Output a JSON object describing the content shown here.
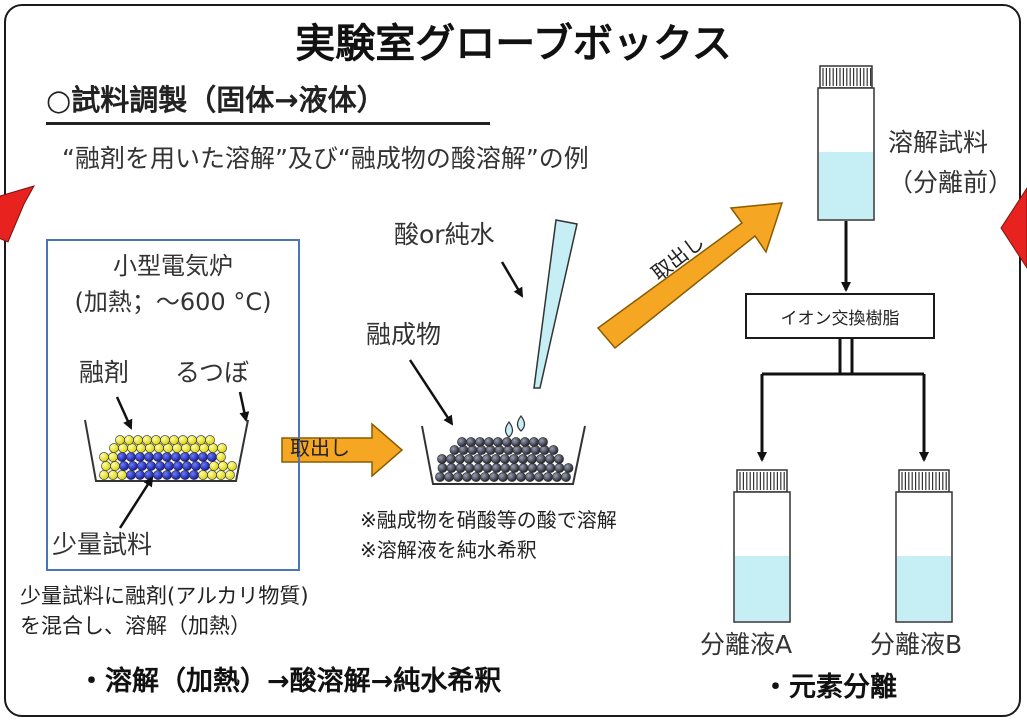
{
  "title": "実験室グローブボックス",
  "section_heading": "○試料調製（固体→液体）",
  "example_text": "“融剤を用いた溶解”及び“融成物の酸溶解”の例",
  "furnace": {
    "name": "小型電気炉",
    "condition": "(加熱；～600 °C)",
    "flux_label": "融剤",
    "crucible_label": "るつぼ",
    "sample_label": "少量試料"
  },
  "furnace_note": {
    "line1": "少量試料に融剤(アルカリ物質)",
    "line2": "を混合し、溶解（加熱）"
  },
  "step_summary": "・溶解（加熱）→酸溶解→純水希釈",
  "take_out_label": "取出し",
  "acid_label": "酸or純水",
  "fused_label": "融成物",
  "remarks": {
    "line1": "※融成物を硝酸等の酸で溶解",
    "line2": "※溶解液を純水希釈"
  },
  "dissolved_sample": {
    "line1": "溶解試料",
    "line2": "（分離前）"
  },
  "resin_label": "イオン交換樹脂",
  "liquid_a": "分離液A",
  "liquid_b": "分離液B",
  "element_separation": "・元素分離",
  "colors": {
    "arrow_orange": "#f5a623",
    "arrow_red": "#e8231f",
    "frame_blue": "#4a76b9",
    "liquid_cyan": "#c6eef5",
    "flux_yellow": "#f5ef1a",
    "sample_blue": "#1f2ec8",
    "fused_gray": "#3c3f4a"
  }
}
